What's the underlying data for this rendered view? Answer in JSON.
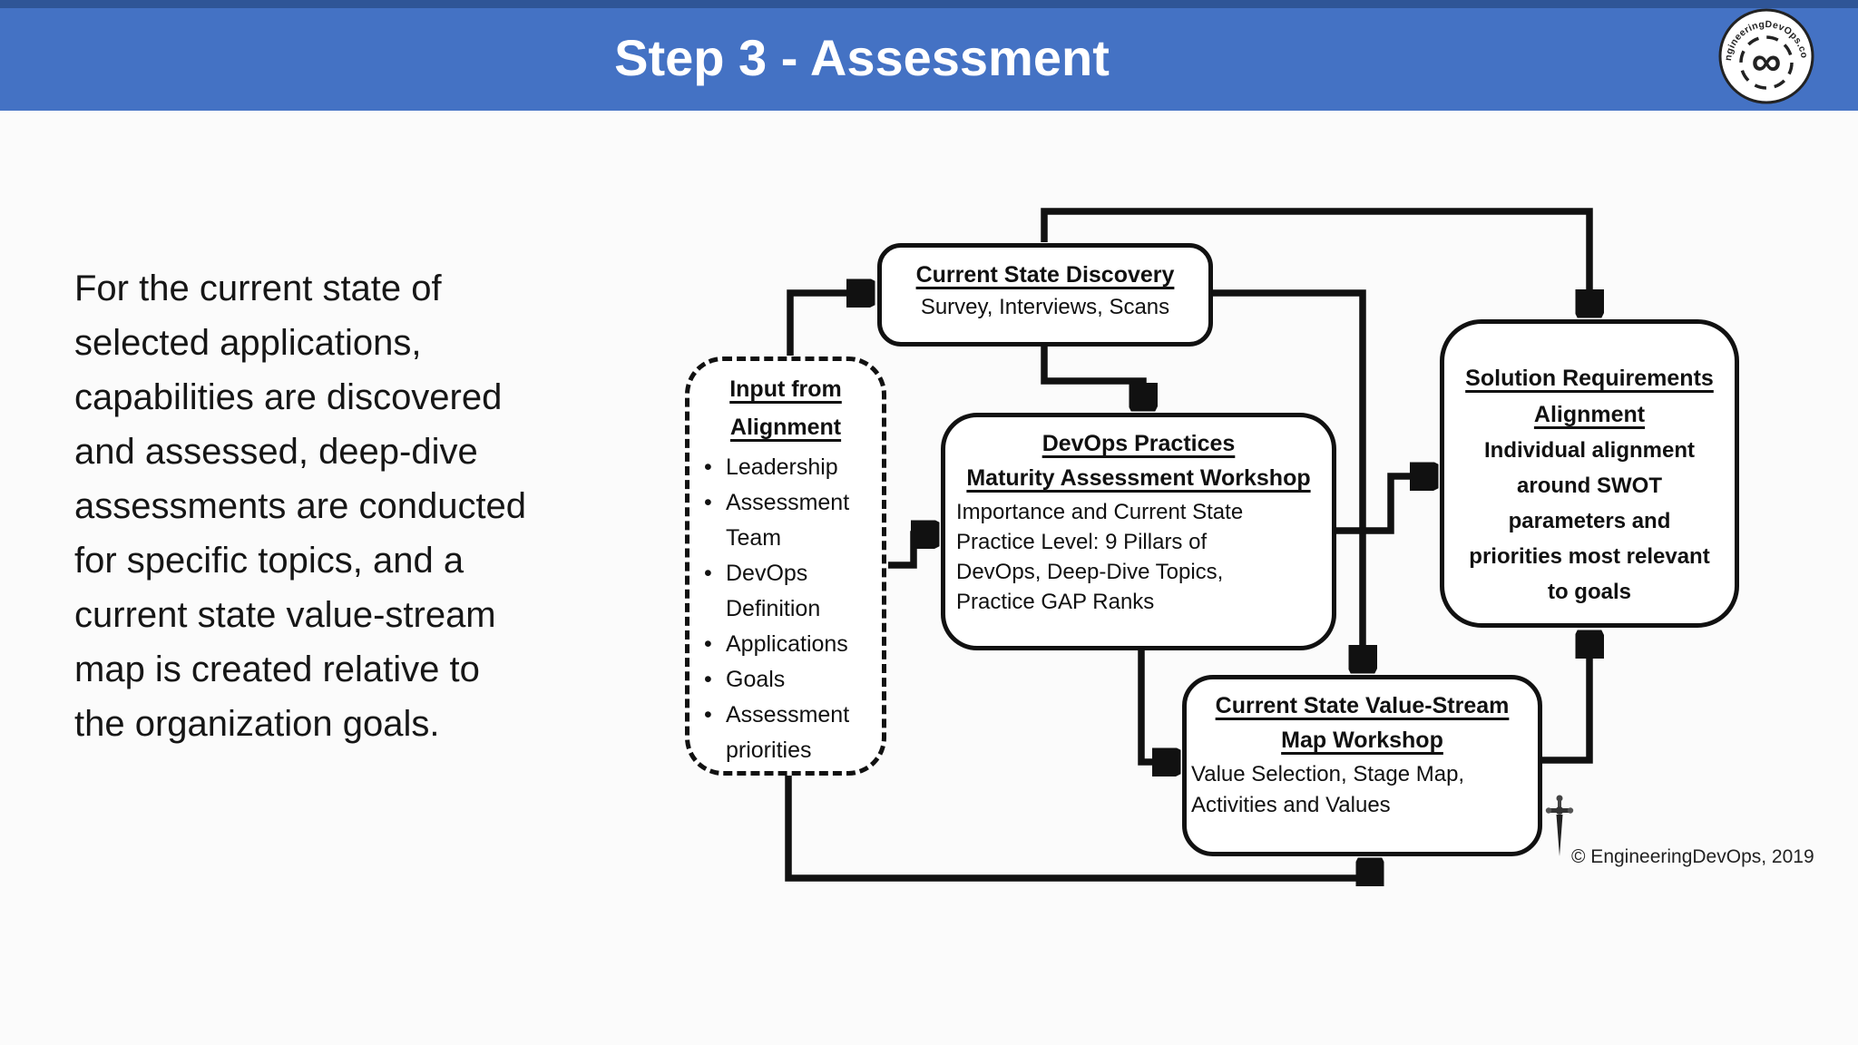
{
  "header": {
    "title": "Step 3 - Assessment"
  },
  "logo": {
    "brand": "EngineeringDevOps.com",
    "infinity_symbol": "∞"
  },
  "intro": {
    "lines": [
      "For the current state of",
      "selected applications,",
      "capabilities are discovered",
      "and assessed, deep-dive",
      "assessments are conducted",
      "for specific topics, and a",
      "current state value-stream",
      "map is created relative to",
      "the organization goals."
    ]
  },
  "diagram": {
    "input_box": {
      "title_lines": [
        "Input from",
        "Alignment"
      ],
      "items": [
        "Leadership",
        "Assessment Team",
        "DevOps Definition",
        "Applications",
        "Goals",
        "Assessment priorities"
      ]
    },
    "discovery_box": {
      "title_lines": [
        "Current State Discovery"
      ],
      "body_lines": [
        "Survey, Interviews, Scans"
      ]
    },
    "maturity_box": {
      "title_lines": [
        "DevOps Practices",
        "Maturity Assessment Workshop"
      ],
      "body_lines": [
        "Importance and Current State",
        "Practice Level: 9 Pillars of",
        "DevOps, Deep-Dive Topics,",
        "Practice GAP Ranks"
      ]
    },
    "solution_box": {
      "title_lines": [
        "Solution Requirements",
        "Alignment"
      ],
      "body_lines": [
        "Individual alignment",
        "around SWOT",
        "parameters and",
        "priorities most relevant",
        "to goals"
      ]
    },
    "vsm_box": {
      "title_lines": [
        "Current State Value-Stream",
        "Map Workshop"
      ],
      "body_lines": [
        "Value Selection, Stage Map,",
        "Activities and Values"
      ]
    },
    "copyright": "© EngineeringDevOps, 2019"
  },
  "colors": {
    "header_blue": "#4472C4",
    "header_dark_stripe": "#2F5597",
    "ink": "#111111",
    "background": "#FBFBFB",
    "box_background": "#FFFFFF"
  }
}
